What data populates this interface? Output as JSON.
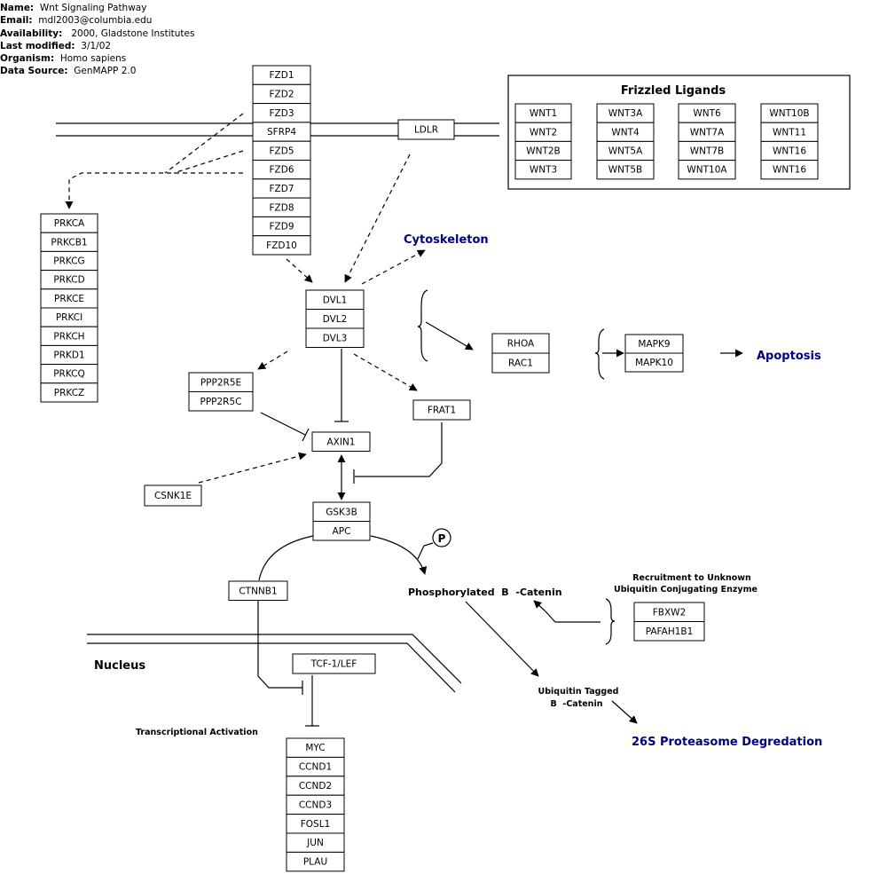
{
  "info": {
    "name_label": "Name:",
    "name": "Wnt Signaling Pathway",
    "email_label": "Email:",
    "email": "mdl2003@columbia.edu",
    "availability_label": "Availability:",
    "availability": "2000, Gladstone Institutes",
    "modified_label": "Last modified:",
    "modified": "3/1/02",
    "organism_label": "Organism:",
    "organism": "Homo sapiens",
    "source_label": "Data Source:",
    "source": "GenMAPP 2.0"
  },
  "groups": {
    "fzd": [
      "FZD1",
      "FZD2",
      "FZD3",
      "SFRP4",
      "FZD5",
      "FZD6",
      "FZD7",
      "FZD8",
      "FZD9",
      "FZD10"
    ],
    "ldlr": [
      "LDLR"
    ],
    "prkc": [
      "PRKCA",
      "PRKCB1",
      "PRKCG",
      "PRKCD",
      "PRKCE",
      "PRKCI",
      "PRKCH",
      "PRKD1",
      "PRKCQ",
      "PRKCZ"
    ],
    "wnt_col1": [
      "WNT1",
      "WNT2",
      "WNT2B",
      "WNT3"
    ],
    "wnt_col2": [
      "WNT3A",
      "WNT4",
      "WNT5A",
      "WNT5B"
    ],
    "wnt_col3": [
      "WNT6",
      "WNT7A",
      "WNT7B",
      "WNT10A"
    ],
    "wnt_col4": [
      "WNT10B",
      "WNT11",
      "WNT16",
      "WNT16"
    ],
    "dvl": [
      "DVL1",
      "DVL2",
      "DVL3"
    ],
    "rho": [
      "RHOA",
      "RAC1"
    ],
    "mapk": [
      "MAPK9",
      "MAPK10"
    ],
    "ppp2": [
      "PPP2R5E",
      "PPP2R5C"
    ],
    "frat": [
      "FRAT1"
    ],
    "axin": [
      "AXIN1"
    ],
    "csnk": [
      "CSNK1E"
    ],
    "gsk": [
      "GSK3B",
      "APC"
    ],
    "ctnnb": [
      "CTNNB1"
    ],
    "tcf": [
      "TCF-1/LEF"
    ],
    "fbxw": [
      "FBXW2",
      "PAFAH1B1"
    ],
    "targets": [
      "MYC",
      "CCND1",
      "CCND2",
      "CCND3",
      "FOSL1",
      "JUN",
      "PLAU"
    ]
  },
  "labels": {
    "frizzled_ligands": "Frizzled Ligands",
    "cytoskeleton": "Cytoskeleton",
    "apoptosis": "Apoptosis",
    "phospho_catenin": "Phosphorylated  B  -Catenin",
    "recruitment_1": "Recruitment to Unknown",
    "recruitment_2": "Ubiquitin Conjugating Enzyme",
    "ubiquitin_1": "Ubiquitin Tagged",
    "ubiquitin_2": "B  -Catenin",
    "proteasome": "26S Proteasome Degredation",
    "nucleus": "Nucleus",
    "transcriptional": "Transcriptional Activation",
    "phospho_symbol": "P"
  },
  "colors": {
    "pathway_label": "#000080",
    "line": "#000000"
  }
}
